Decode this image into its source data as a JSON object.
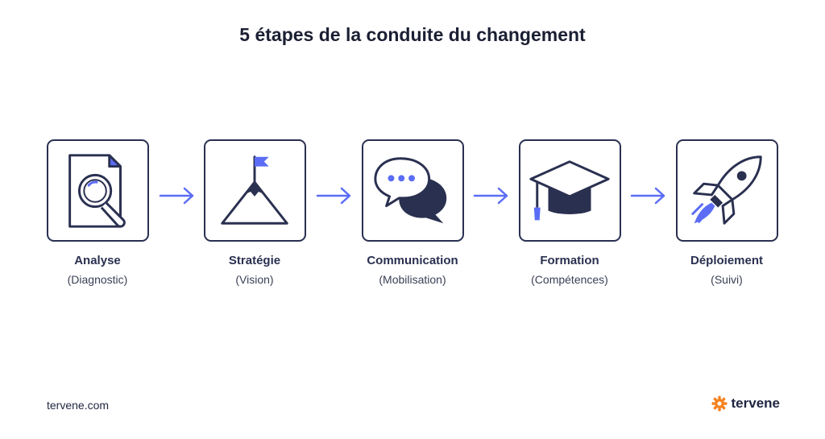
{
  "title": "5 étapes de la conduite du changement",
  "steps": [
    {
      "label": "Analyse",
      "sub": "(Diagnostic)",
      "icon": "magnifier-document-icon"
    },
    {
      "label": "Stratégie",
      "sub": "(Vision)",
      "icon": "mountain-flag-icon"
    },
    {
      "label": "Communication",
      "sub": "(Mobilisation)",
      "icon": "speech-bubbles-icon"
    },
    {
      "label": "Formation",
      "sub": "(Compétences)",
      "icon": "graduation-cap-icon"
    },
    {
      "label": "Déploiement",
      "sub": "(Suivi)",
      "icon": "rocket-icon"
    }
  ],
  "footer": {
    "url": "tervene.com",
    "brand": "tervene"
  },
  "colors": {
    "navy": "#2a3050",
    "accent": "#5b6cf5",
    "brand_orange": "#f5821f"
  }
}
